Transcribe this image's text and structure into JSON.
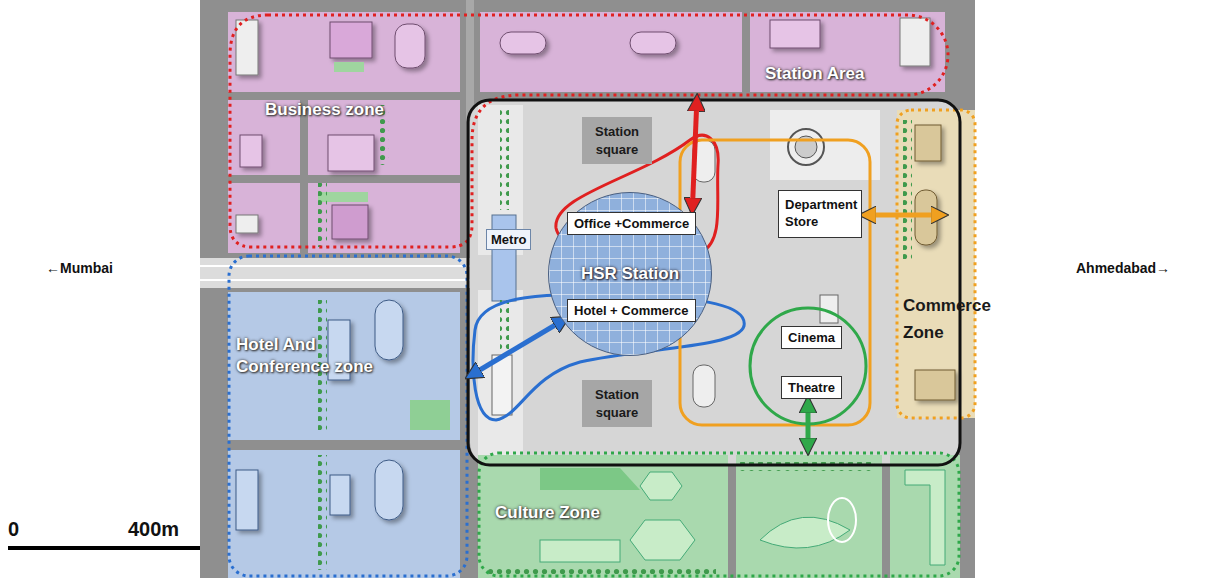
{
  "diagram": {
    "nodes": [
      {
        "text": [
          "Business zone"
        ]
      },
      {
        "text": [
          "Station Area"
        ]
      },
      {
        "text": [
          "Station square"
        ],
        "in": 1
      },
      {
        "text": [
          "Metro"
        ],
        "in": 1
      },
      {
        "text": [
          "HSR Station"
        ],
        "in": 1
      },
      {
        "text": [
          "Office +Commerce"
        ],
        "in": 1
      },
      {
        "text": [
          "Hotel + Commerce"
        ],
        "in": 1
      },
      {
        "text": [
          "Department Store"
        ],
        "in": 1
      },
      {
        "text": [
          "Station square"
        ],
        "in": 1
      },
      {
        "text": [
          "Cinema"
        ],
        "in": 1
      },
      {
        "text": [
          "Theatre"
        ],
        "in": 1
      },
      {
        "text": [
          "Hotel And Conference zone"
        ]
      },
      {
        "text": [
          "Culture Zone"
        ]
      },
      {
        "text": [
          "Commerce Zone"
        ]
      }
    ],
    "edges": [
      {
        "from": 5,
        "to": 0,
        "arrow": "both"
      },
      {
        "from": 7,
        "to": 13,
        "arrow": "both"
      },
      {
        "from": 11,
        "to": 6,
        "arrow": "both"
      },
      {
        "from": 10,
        "to": 12,
        "arrow": "both"
      }
    ],
    "labels": [
      "←Mumbai",
      "Ahmedabad→",
      "0",
      "400m"
    ]
  }
}
